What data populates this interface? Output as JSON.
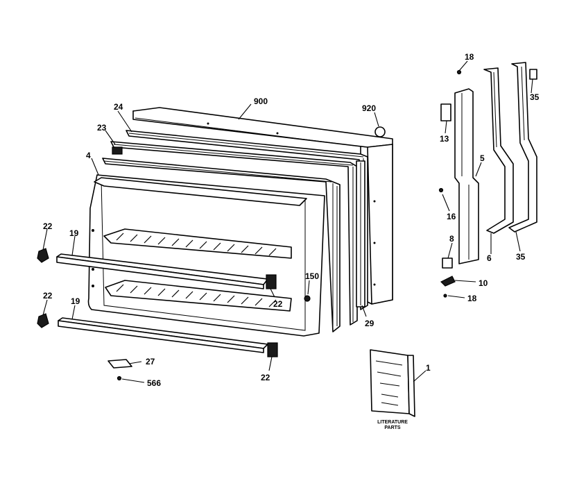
{
  "callouts": {
    "c900": "900",
    "c920": "920",
    "c24": "24",
    "c23": "23",
    "c4": "4",
    "c22_a": "22",
    "c19_a": "19",
    "c22_b": "22",
    "c19_b": "19",
    "c150": "150",
    "c22_c": "22",
    "c22_d": "22",
    "c27": "27",
    "c566": "566",
    "c29": "29",
    "c1": "1",
    "c18_a": "18",
    "c13": "13",
    "c5": "5",
    "c16": "16",
    "c8": "8",
    "c10": "10",
    "c18_b": "18",
    "c6": "6",
    "c35_a": "35",
    "c35_b": "35"
  },
  "literature": {
    "line1": "LITERATURE",
    "line2": "PARTS"
  }
}
